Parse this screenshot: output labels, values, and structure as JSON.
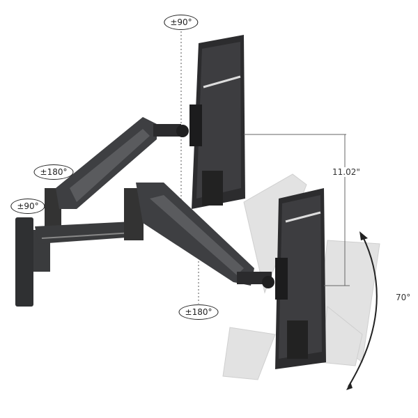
{
  "annotations": {
    "top_swivel": "±90°",
    "upper_arm_rotation": "±180°",
    "wall_swivel": "±90°",
    "lower_monitor_rotation": "±180°",
    "height_adjustment": "11.02\"",
    "tilt_range": "70°"
  },
  "colors": {
    "arm": "#3a3b3d",
    "monitor": "#2c2c2e",
    "ghost": "#d6d6d6",
    "line": "#555555"
  }
}
